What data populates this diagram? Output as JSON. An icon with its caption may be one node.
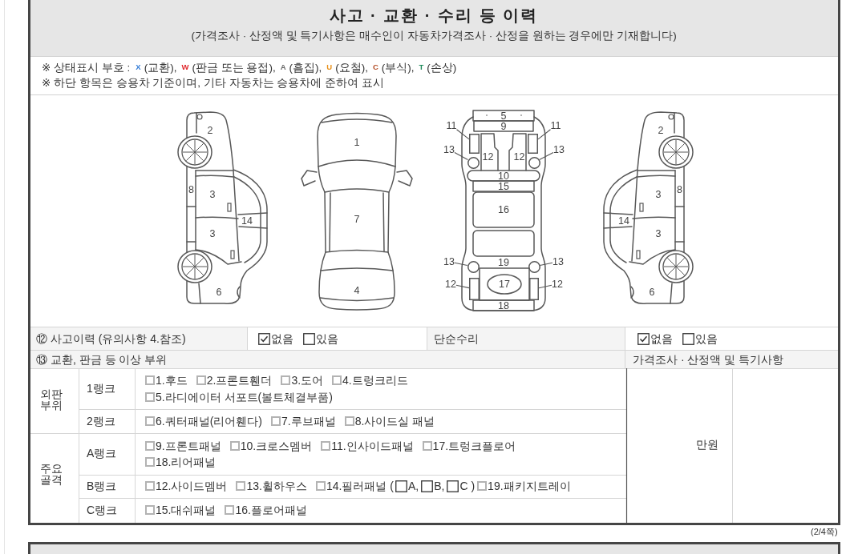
{
  "diagram": {
    "title": "사고 · 교환 · 수리 등 이력",
    "nodes": [
      {
        "text": [
          "11"
        ]
      },
      {
        "text": [
          "11"
        ]
      },
      {
        "text": [
          "13"
        ]
      },
      {
        "text": [
          "13"
        ]
      },
      {
        "text": [
          "13"
        ]
      },
      {
        "text": [
          "13"
        ]
      },
      {
        "text": [
          "12"
        ]
      },
      {
        "text": [
          "12"
        ]
      },
      {
        "text": [],
        "shape": "box"
      },
      {
        "text": [],
        "shape": "box"
      },
      {
        "text": [],
        "shape": "circle"
      },
      {
        "text": [],
        "shape": "circle"
      },
      {
        "text": [],
        "shape": "circle"
      },
      {
        "text": [],
        "shape": "circle"
      },
      {
        "text": [],
        "shape": "box"
      },
      {
        "text": [],
        "shape": "box"
      }
    ],
    "edges": [
      {
        "from": 0,
        "to": 8,
        "arrow": "none"
      },
      {
        "from": 1,
        "to": 9,
        "arrow": "none"
      },
      {
        "from": 2,
        "to": 10,
        "arrow": "none"
      },
      {
        "from": 3,
        "to": 11,
        "arrow": "none"
      },
      {
        "from": 4,
        "to": 12,
        "arrow": "none"
      },
      {
        "from": 5,
        "to": 13,
        "arrow": "none"
      },
      {
        "from": 6,
        "to": 14,
        "arrow": "none"
      },
      {
        "from": 7,
        "to": 15,
        "arrow": "none"
      }
    ],
    "labels": [
      "(가격조사 · 산정액 및 특기사항은 매수인이 자동차가격조사 · 산정을 원하는 경우에만 기재합니다)",
      "※ 상태표시 부호 :",
      "X",
      "(교환),",
      "W",
      "(판금 또는 용접),",
      "A",
      "(흠집),",
      "U",
      "(요철),",
      "C",
      "(부식),",
      "T",
      "(손상)",
      "※ 하단 항목은 승용차 기준이며, 기타 자동차는 승용차에 준하여 표시",
      "2",
      "8",
      "3",
      "14",
      "3",
      "6",
      "1",
      "7",
      "4",
      "5",
      "9",
      "12",
      "12",
      "10",
      "15",
      "16",
      "19",
      "17",
      "18",
      "2",
      "3",
      "8",
      "14",
      "3",
      "6",
      "⑫ 사고이력 (유의사항 4.참조)",
      "없음",
      "있음",
      "단순수리",
      "없음",
      "있음",
      "⑬ 교환, 판금 등 이상 부위",
      "가격조사 · 산정액 및 특기사항",
      "외판 부위",
      "1랭크",
      "1.후드",
      "2.프론트휀더",
      "3.도어",
      "4.트렁크리드",
      "5.라디에이터 서포트(볼트체결부품)",
      "만원",
      "2랭크",
      "6.쿼터패널(리어휀다)",
      "7.루브패널",
      "8.사이드실 패널",
      "주요 골격",
      "A랭크",
      "9.프론트패널",
      "10.크로스멤버",
      "11.인사이드패널",
      "17.트렁크플로어",
      "18.리어패널",
      "B랭크",
      "12.사이드멤버",
      "13.휠하우스",
      "14.필러패널 (",
      "A,",
      "B,",
      "C )",
      "19.패키지트레이",
      "C랭크",
      "15.대쉬패널",
      "16.플로어패널",
      "(2/4쪽)"
    ]
  }
}
